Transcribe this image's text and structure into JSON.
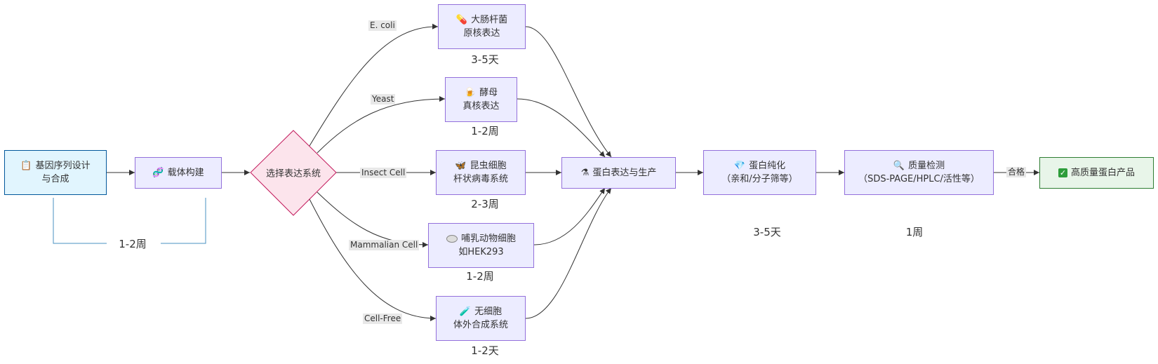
{
  "diagram": {
    "nodes": {
      "gene": {
        "icon": "clipboard-icon",
        "glyph": "📋",
        "line1": "基因序列设计",
        "line2": "与合成"
      },
      "vector": {
        "icon": "dna-icon",
        "glyph": "🧬",
        "line1": "载体构建"
      },
      "choose": {
        "label": "选择表达系统"
      },
      "ecoli": {
        "icon": "pill-icon",
        "glyph": "💊",
        "line1": "大肠杆菌",
        "line2": "原核表达"
      },
      "yeast": {
        "icon": "beer-icon",
        "glyph": "🍺",
        "line1": "酵母",
        "line2": "真核表达"
      },
      "insect": {
        "icon": "butterfly-icon",
        "glyph": "🦋",
        "line1": "昆虫细胞",
        "line2": "杆状病毒系统"
      },
      "mammal": {
        "icon": "cell-icon",
        "glyph": "⬭",
        "line1": "哺乳动物细胞",
        "line2": "如HEK293"
      },
      "cellfree": {
        "icon": "test-tube-icon",
        "glyph": "🧪",
        "line1": "无细胞",
        "line2": "体外合成系统"
      },
      "express": {
        "icon": "flask-icon",
        "glyph": "⚗",
        "line1": "蛋白表达与生产"
      },
      "purify": {
        "icon": "gem-icon",
        "glyph": "💎",
        "line1": "蛋白纯化",
        "line2": "（亲和/分子筛等）"
      },
      "qc": {
        "icon": "magnifier-icon",
        "glyph": "🔍",
        "line1": "质量检测",
        "line2": "（SDS-PAGE/HPLC/活性等）"
      },
      "product": {
        "icon": "check-icon",
        "glyph": "✓",
        "line1": "高质量蛋白产品"
      }
    },
    "edge_labels": {
      "ecoli": "E. coli",
      "yeast": "Yeast",
      "insect": "Insect Cell",
      "mammal": "Mammalian Cell",
      "cellfree": "Cell-Free",
      "pass": "合格"
    },
    "time_labels": {
      "ecoli": "3-5天",
      "yeast": "1-2周",
      "insect": "2-3周",
      "mammal": "1-2周",
      "cellfree": "1-2天",
      "gene_vector": "1-2周",
      "purify": "3-5天",
      "qc": "1周"
    },
    "colors": {
      "node_fill": "#ececff",
      "node_border": "#9370db",
      "start_fill": "#e1f5fe",
      "start_border": "#01579b",
      "decision_fill": "#fce4ec",
      "decision_border": "#c2185b",
      "end_fill": "#e8f5e9",
      "end_border": "#2e7d32",
      "edge": "#333333",
      "bracket": "#4a90c2"
    }
  }
}
